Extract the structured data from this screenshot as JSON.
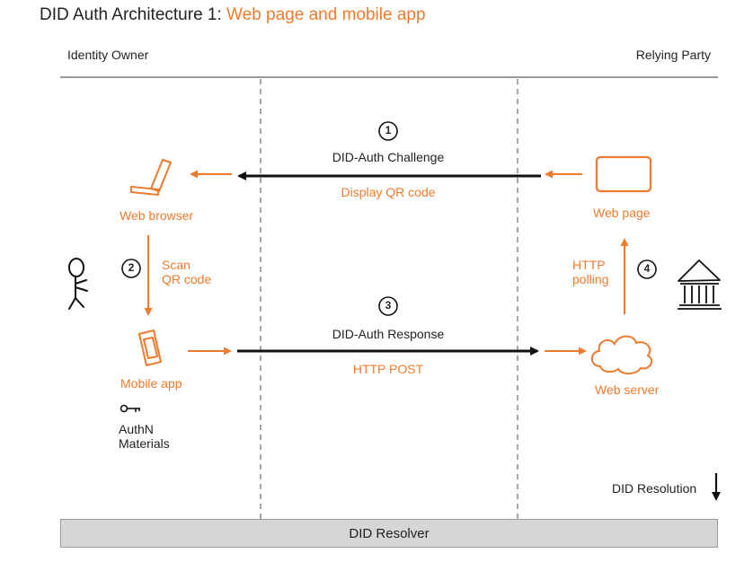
{
  "title": {
    "prefix": "DID Auth Architecture 1: ",
    "highlight": "Web page and mobile app"
  },
  "columns": {
    "left": "Identity Owner",
    "right": "Relying Party"
  },
  "steps": {
    "step1_num": "1",
    "step1_label": "DID-Auth Challenge",
    "step1_sub": "Display QR code",
    "step2_num": "2",
    "step2_label": "Scan\nQR code",
    "step3_num": "3",
    "step3_label": "DID-Auth Response",
    "step3_sub": "HTTP POST",
    "step4_num": "4",
    "step4_label": "HTTP\npolling"
  },
  "nodes": {
    "web_browser": "Web browser",
    "mobile_app": "Mobile app",
    "web_page": "Web page",
    "web_server": "Web server",
    "authn_materials": "AuthN\nMaterials"
  },
  "footer": {
    "did_resolution": "DID Resolution",
    "did_resolver": "DID Resolver"
  },
  "colors": {
    "accent": "#ee7b2d",
    "text": "#222222",
    "divider": "#999999",
    "resolver_bg": "#d6d6d6"
  }
}
